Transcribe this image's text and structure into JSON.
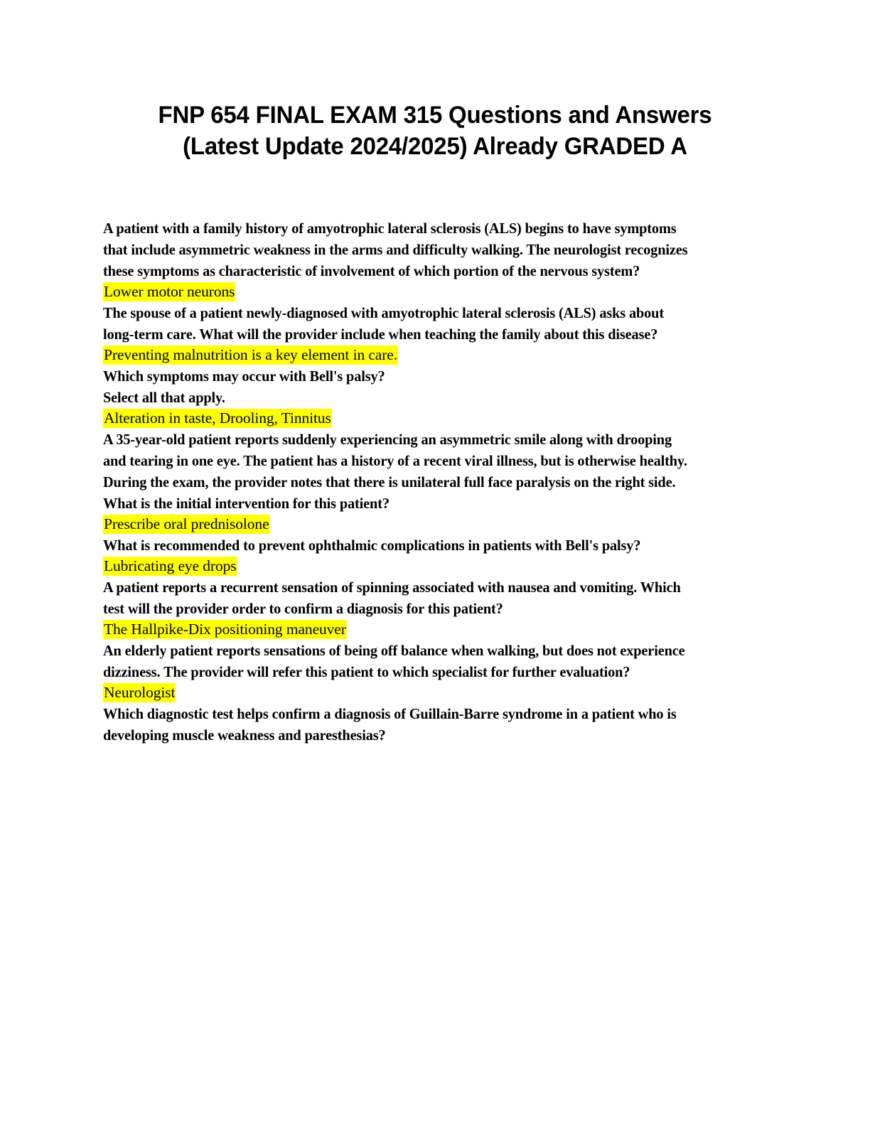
{
  "document": {
    "title_lines": [
      "FNP 654 FINAL EXAM 315 Questions and Answers",
      "(Latest Update 2024/2025) Already GRADED A"
    ],
    "page_background": "#ffffff",
    "text_color": "#000000",
    "highlight_color": "#ffff00"
  },
  "content": {
    "blocks": [
      {
        "type": "question",
        "lines": [
          "A patient with a family history of amyotrophic lateral sclerosis (ALS) begins to have symptoms",
          "that include asymmetric weakness in the arms and difficulty walking. The neurologist recognizes",
          "these symptoms as characteristic of involvement of which portion of the nervous system?"
        ]
      },
      {
        "type": "answer",
        "text": "Lower motor neurons"
      },
      {
        "type": "question",
        "lines": [
          "The spouse of a patient newly-diagnosed with amyotrophic lateral sclerosis (ALS) asks about",
          "long-term care. What will the provider include when teaching the family about this disease?"
        ]
      },
      {
        "type": "answer",
        "text": "Preventing malnutrition is a key element in care."
      },
      {
        "type": "question",
        "lines": [
          "Which symptoms may occur with Bell's palsy?",
          "Select all that apply."
        ]
      },
      {
        "type": "answer",
        "text": "Alteration in taste, Drooling, Tinnitus"
      },
      {
        "type": "question",
        "lines": [
          "A 35-year-old patient reports suddenly experiencing an asymmetric smile along with drooping",
          "and tearing in one eye. The patient has a history of a recent viral illness, but is otherwise healthy.",
          "During the exam, the provider notes that there is unilateral full face paralysis on the right side.",
          "What is the initial intervention for this patient?"
        ]
      },
      {
        "type": "answer",
        "text": "Prescribe oral prednisolone"
      },
      {
        "type": "question",
        "lines": [
          "What is recommended to prevent ophthalmic complications in patients with Bell's palsy?"
        ]
      },
      {
        "type": "answer",
        "text": "Lubricating eye drops"
      },
      {
        "type": "question",
        "lines": [
          "A patient reports a recurrent sensation of spinning associated with nausea and vomiting. Which",
          "test will the provider order to confirm a diagnosis for this patient?"
        ]
      },
      {
        "type": "answer",
        "text": "The Hallpike-Dix positioning maneuver"
      },
      {
        "type": "question",
        "lines": [
          "An elderly patient reports sensations of being off balance when walking, but does not experience",
          "dizziness. The provider will refer this patient to which specialist for further evaluation?"
        ]
      },
      {
        "type": "answer",
        "text": "Neurologist"
      },
      {
        "type": "question",
        "lines": [
          "Which diagnostic test helps confirm a diagnosis of Guillain-Barre syndrome in a patient who is",
          "developing muscle weakness and paresthesias?"
        ]
      }
    ]
  }
}
